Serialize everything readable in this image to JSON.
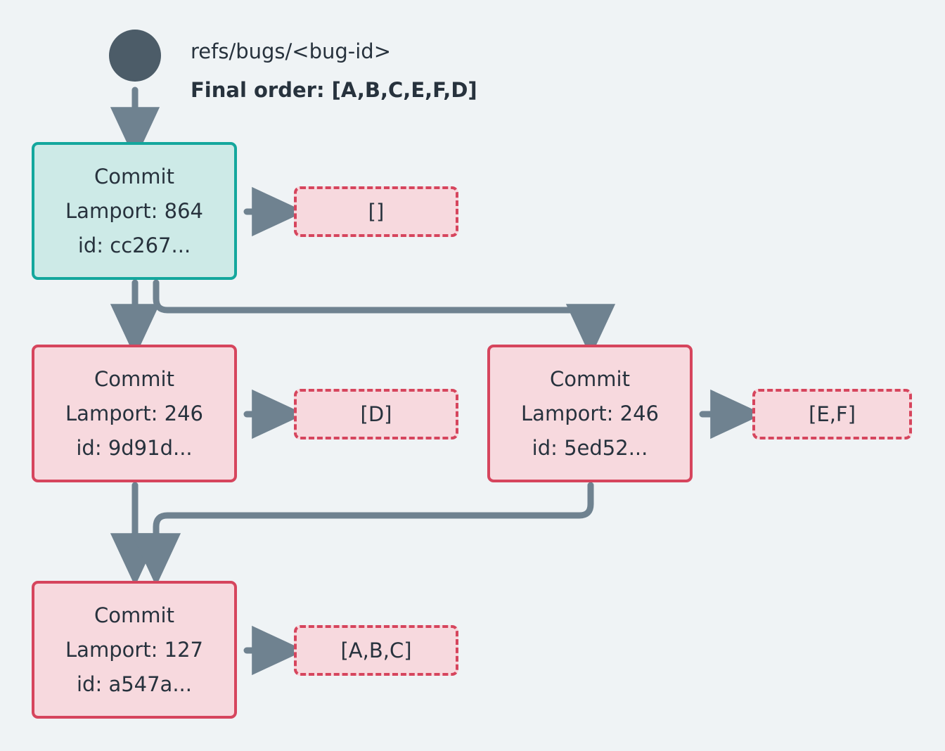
{
  "background_color": "#eff3f5",
  "colors": {
    "root_dot": "#4c5c68",
    "edge": "#6f8290",
    "teal_border": "#14a79d",
    "teal_fill": "#cdeae7",
    "pink_border": "#d6455d",
    "pink_fill": "#f7d9de",
    "text": "#27323d"
  },
  "header": {
    "ref_label": "refs/bugs/<bug-id>",
    "final_order_label": "Final order: [A,B,C,E,F,D]"
  },
  "root": {
    "icon": "filled-circle-icon"
  },
  "nodes": [
    {
      "id": "commit-cc267",
      "title": "Commit",
      "lamport_label": "Lamport: 864",
      "id_label": "id: cc267...",
      "style": "teal"
    },
    {
      "id": "commit-9d91d",
      "title": "Commit",
      "lamport_label": "Lamport: 246",
      "id_label": "id: 9d91d...",
      "style": "pink"
    },
    {
      "id": "commit-5ed52",
      "title": "Commit",
      "lamport_label": "Lamport: 246",
      "id_label": "id: 5ed52...",
      "style": "pink"
    },
    {
      "id": "commit-a547a",
      "title": "Commit",
      "lamport_label": "Lamport: 127",
      "id_label": "id: a547a...",
      "style": "pink"
    }
  ],
  "payloads": [
    {
      "id": "payload-cc267",
      "label": "[]"
    },
    {
      "id": "payload-9d91d",
      "label": "[D]"
    },
    {
      "id": "payload-5ed52",
      "label": "[E,F]"
    },
    {
      "id": "payload-a547a",
      "label": "[A,B,C]"
    }
  ]
}
